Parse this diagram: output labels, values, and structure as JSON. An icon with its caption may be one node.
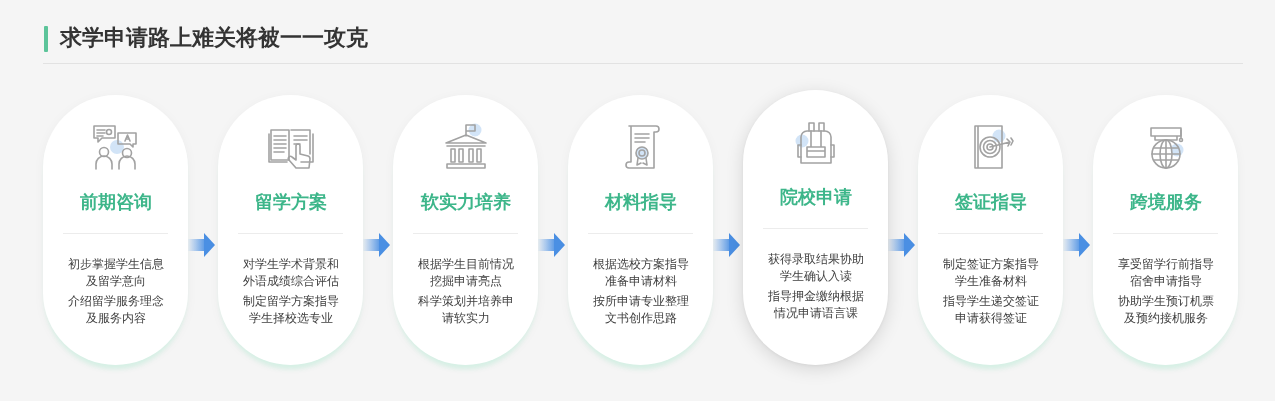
{
  "diagram": {
    "title": "求学申请路上难关将被一一攻克",
    "nodes": [
      {
        "text": [
          "前期咨询",
          "初步掌握学生信息及留学意向",
          "介绍留学服务理念及服务内容"
        ]
      },
      {
        "text": [
          "留学方案",
          "对学生学术背景和外语成绩综合评估",
          "制定留学方案指导学生择校选专业"
        ]
      },
      {
        "text": [
          "软实力培养",
          "根据学生目前情况挖掘申请亮点",
          "科学策划并培养申请软实力"
        ]
      },
      {
        "text": [
          "材料指导",
          "根据选校方案指导准备申请材料",
          "按所申请专业整理文书创作思路"
        ]
      },
      {
        "text": [
          "院校申请",
          "获得录取结果协助学生确认入读",
          "指导押金缴纳根据情况申请语言课"
        ]
      },
      {
        "text": [
          "签证指导",
          "制定签证方案指导学生准备材料",
          "指导学生递交签证申请获得签证"
        ]
      },
      {
        "text": [
          "跨境服务",
          "享受留学行前指导宿舍申请指导",
          "协助学生预订机票及预约接机服务"
        ]
      }
    ],
    "edges": [
      {
        "from": 0,
        "to": 1,
        "arrow": "to"
      },
      {
        "from": 1,
        "to": 2,
        "arrow": "to"
      },
      {
        "from": 2,
        "to": 3,
        "arrow": "to"
      },
      {
        "from": 3,
        "to": 4,
        "arrow": "to"
      },
      {
        "from": 4,
        "to": 5,
        "arrow": "to"
      },
      {
        "from": 5,
        "to": 6,
        "arrow": "to"
      }
    ]
  }
}
